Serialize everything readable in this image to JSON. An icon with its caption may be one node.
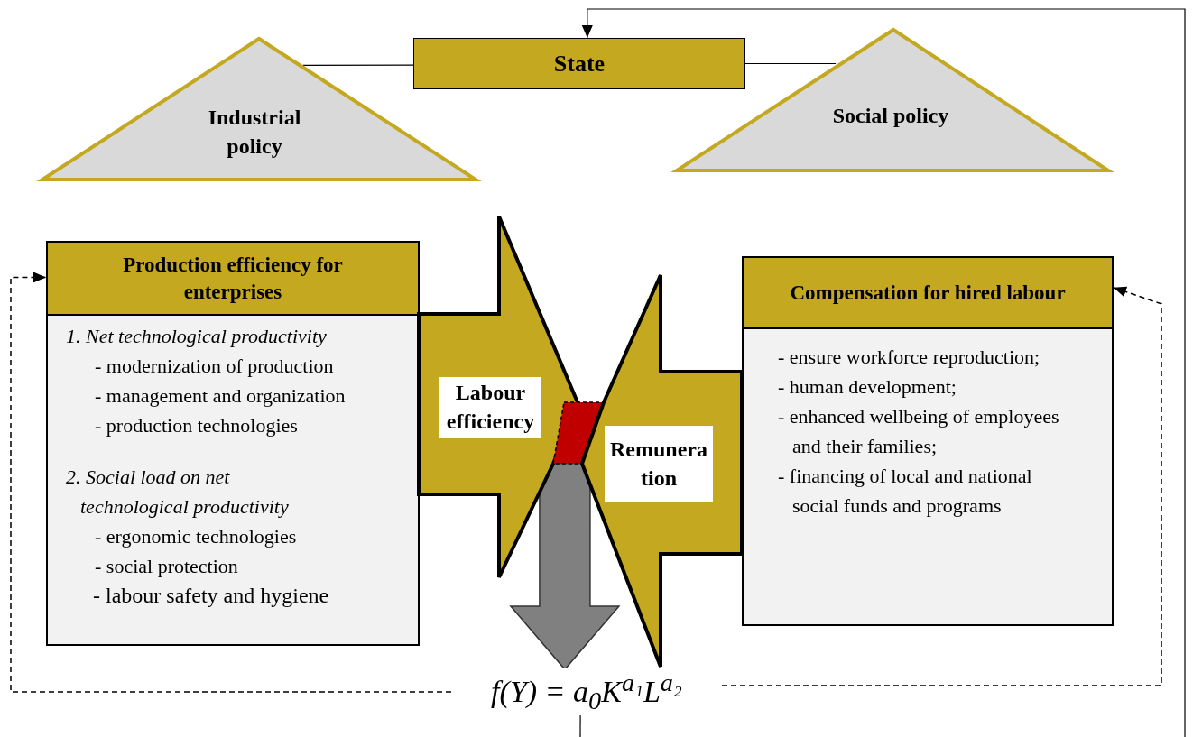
{
  "diagram": {
    "nodes": [
      {
        "text": [
          "State"
        ]
      },
      {
        "text": [
          "Industrial policy"
        ]
      },
      {
        "text": [
          "Social policy"
        ]
      },
      {
        "text": [
          "Production efficiency for enterprises",
          "1. Net technological productivity",
          "- modernization of production",
          "- management and organization",
          "- production technologies",
          "2. Social load on net technological productivity",
          "- ergonomic technologies",
          "- social protection",
          "- labour safety and hygiene"
        ]
      },
      {
        "text": [
          "Labour efficiency"
        ]
      },
      {
        "text": [],
        "shape": "box"
      },
      {
        "text": [
          "Remuneration"
        ]
      },
      {
        "text": [
          "Compensation for hired labour",
          "- ensure workforce reproduction;",
          "- human development;",
          "- enhanced wellbeing of employees and their families;",
          "- financing of local and national social funds and programs"
        ]
      },
      {
        "text": [
          "f(Y) = a$_{0}$K$^{a₁}$L$^{a₂}$"
        ]
      }
    ],
    "edges": [
      {
        "from": 0,
        "to": 1,
        "arrow": "none"
      },
      {
        "from": 0,
        "to": 2,
        "arrow": "none"
      },
      {
        "from": null,
        "to": 0,
        "arrow": "to"
      },
      {
        "from": 8,
        "to": 3,
        "arrow": "to",
        "style": "dashed"
      },
      {
        "from": 8,
        "to": 7,
        "arrow": "to",
        "style": "dashed"
      },
      {
        "from": 5,
        "to": 8,
        "arrow": "to",
        "style": "thick",
        "color": "#808080"
      },
      {
        "from": 8,
        "to": null,
        "arrow": "none"
      }
    ]
  }
}
